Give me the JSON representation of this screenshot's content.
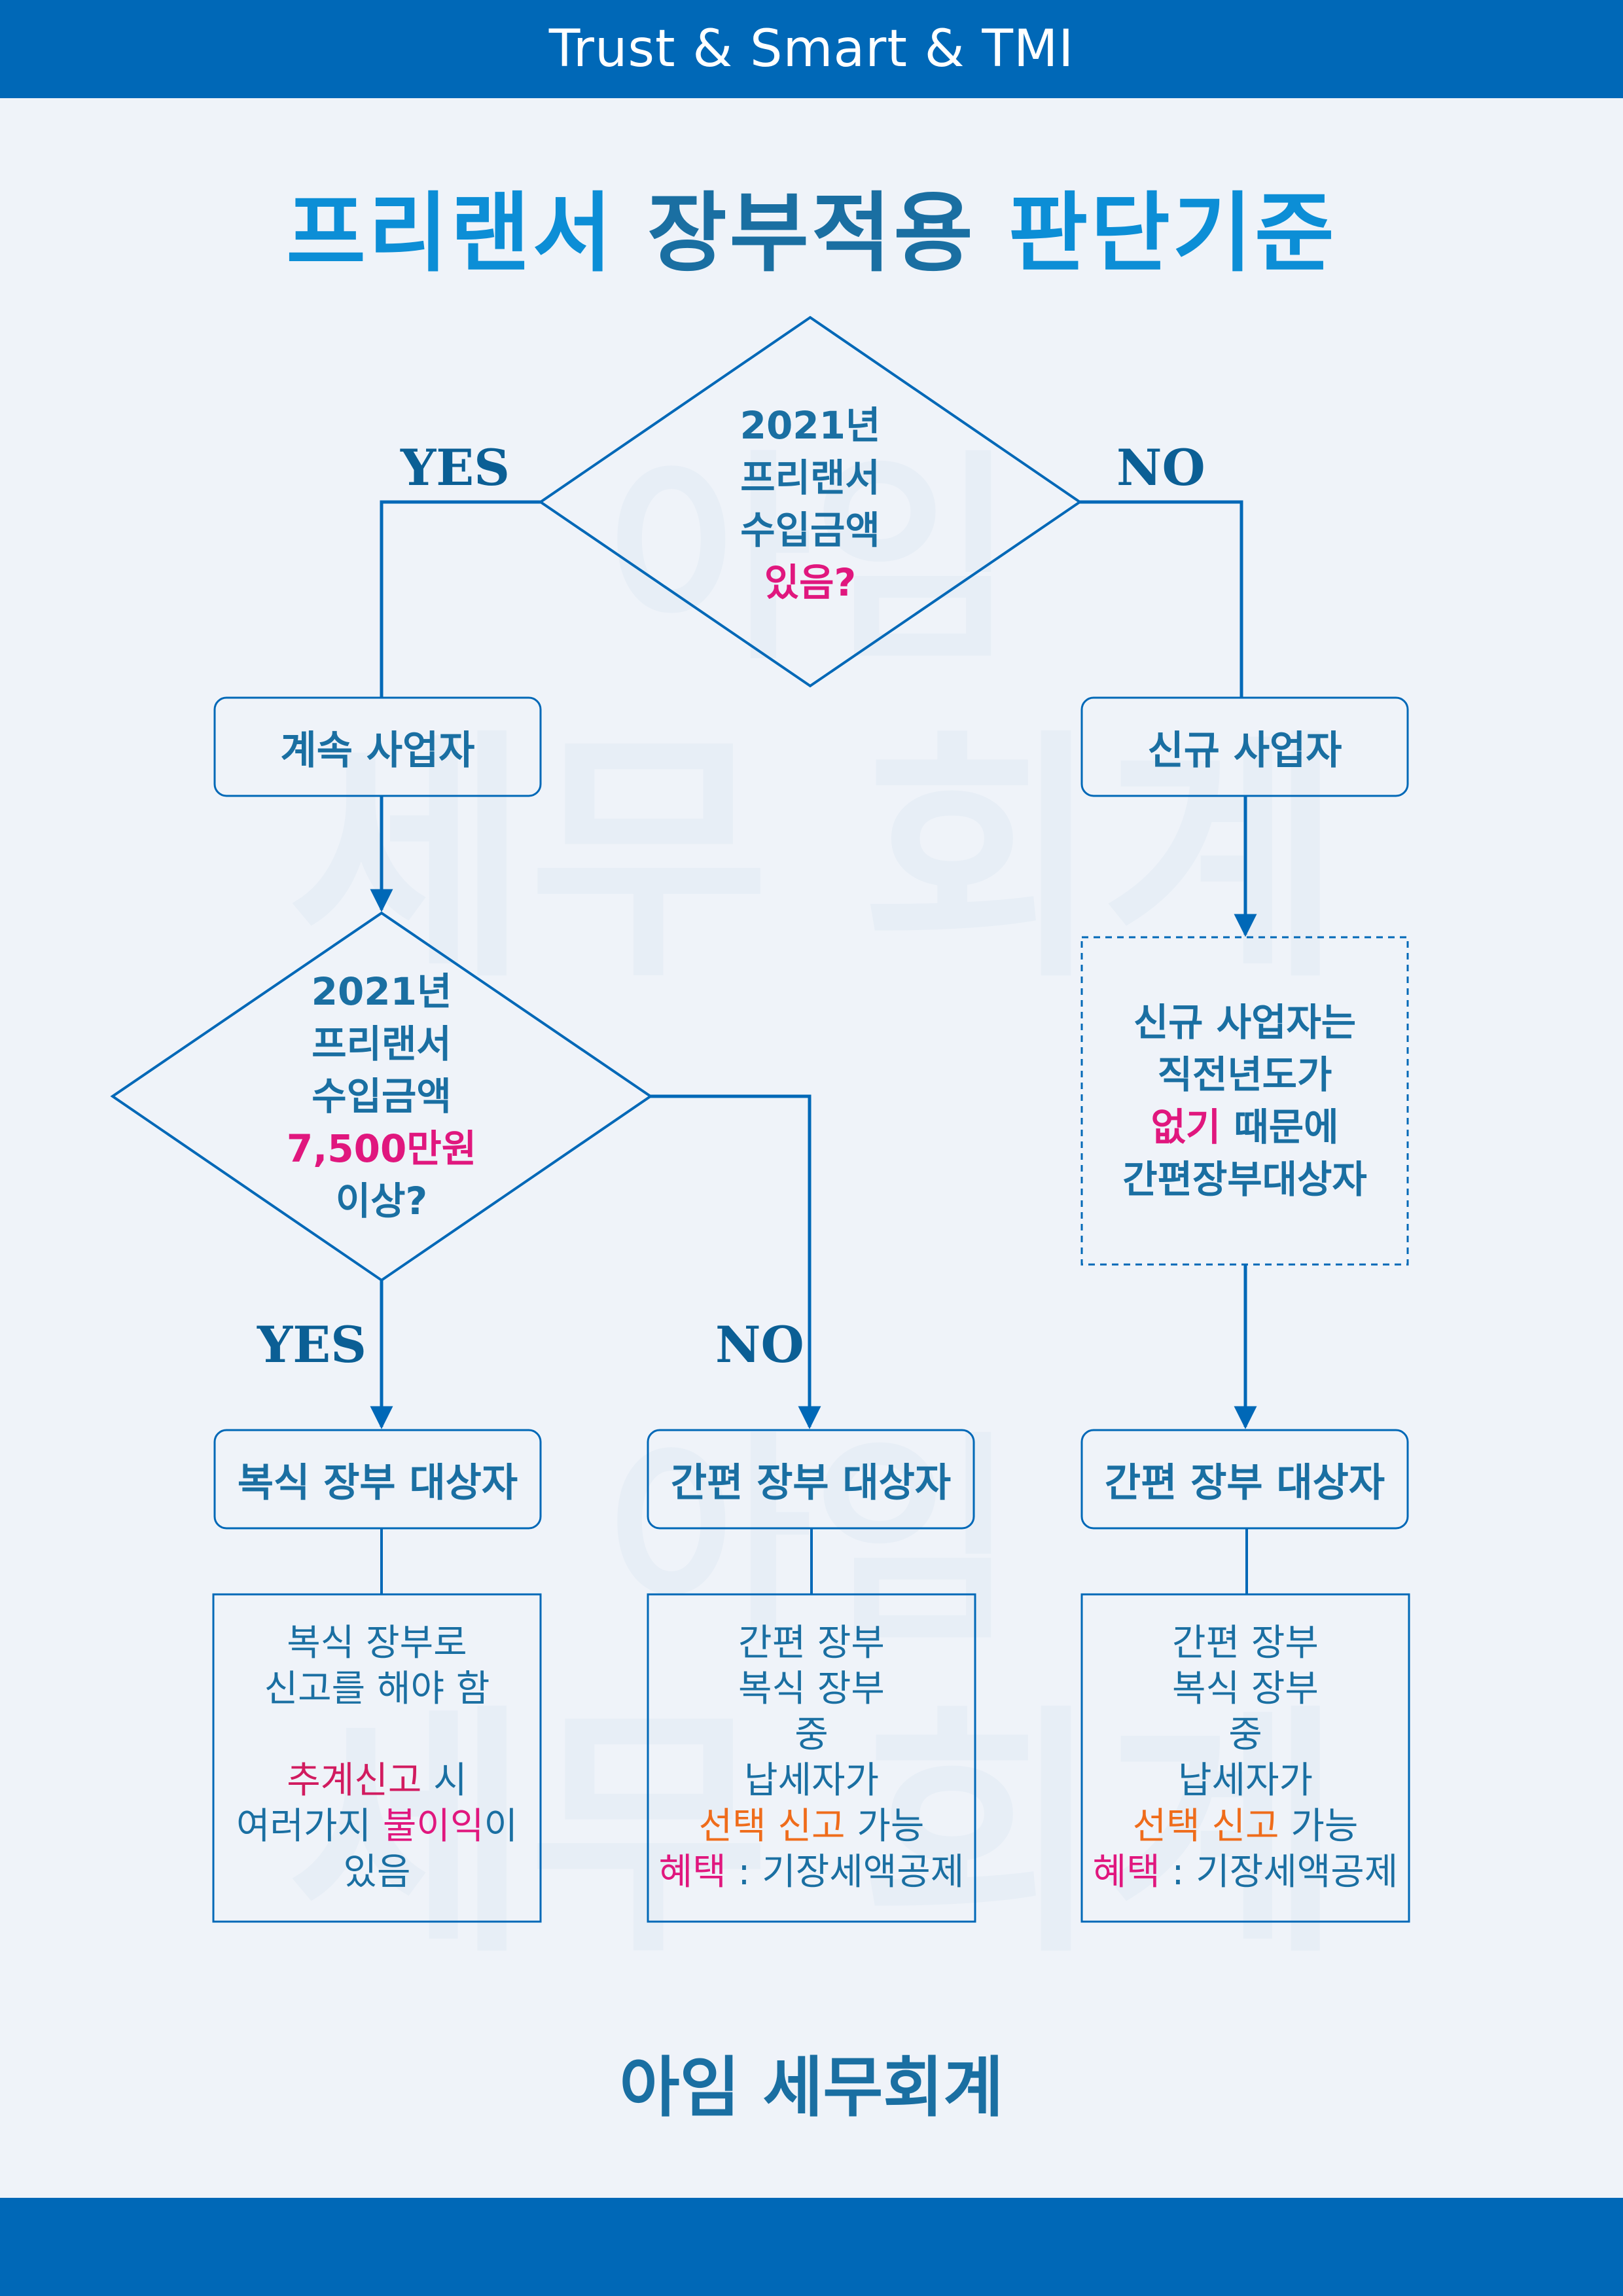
{
  "header": {
    "title": "Trust & Smart & TMI"
  },
  "title": {
    "part1": "프리랜서",
    "part2": "장부적용",
    "part3": "판단기준"
  },
  "watermark": {
    "line1": "아임",
    "line2": "세무 회계"
  },
  "decision1": {
    "line1": "2021년",
    "line2": "프리랜서",
    "line3": "수입금액",
    "line4": "있음?"
  },
  "decision2": {
    "line1": "2021년",
    "line2": "프리랜서",
    "line3": "수입금액",
    "line4": "7,500만원",
    "line5": "이상?"
  },
  "labels": {
    "yes": "YES",
    "no": "NO"
  },
  "boxes": {
    "continuing": "계속 사업자",
    "new_business": "신규 사업자",
    "double_entry": "복식 장부 대상자",
    "simple_mid": "간편 장부 대상자",
    "simple_right": "간편 장부 대상자"
  },
  "new_note": {
    "line1": "신규 사업자는",
    "line2": "직전년도가",
    "line3a": "없기",
    "line3b": " 때문에",
    "line4": "간편장부대상자"
  },
  "double_note": {
    "line1": "복식 장부로",
    "line2": "신고를 해야 함",
    "line3a": "추계신고",
    "line3b": " 시",
    "line4a": "여러가지 ",
    "line4b": "불이익",
    "line4c": "이",
    "line5": "있음"
  },
  "simple_note": {
    "line1": "간편 장부",
    "line2": "복식 장부",
    "line3": "중",
    "line4": "납세자가",
    "line5a": "선택 신고",
    "line5b": " 가능",
    "line6a": "혜택",
    "line6b": " : 기장세액공제"
  },
  "footer": {
    "brand": "아임 세무회계"
  },
  "colors": {
    "primary": "#0068b7",
    "text": "#1a6fa2",
    "accent_pink": "#e0177e",
    "accent_orange": "#ef6c1b"
  }
}
